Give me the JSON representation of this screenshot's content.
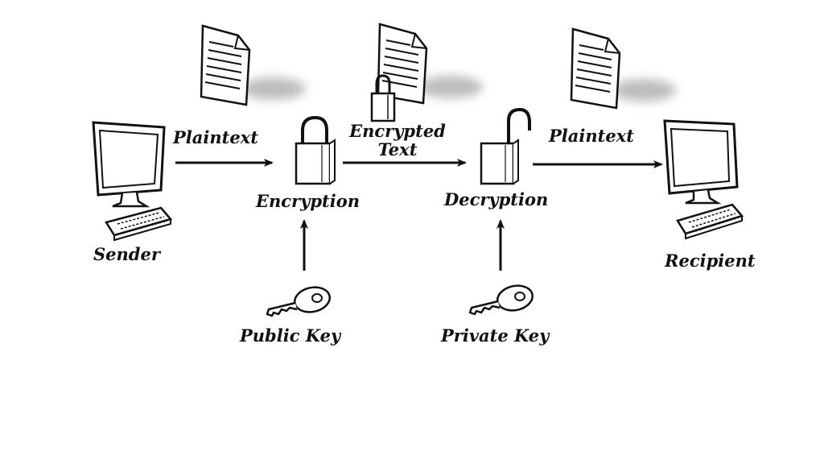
{
  "labels": {
    "sender": "Sender",
    "recipient": "Recipient",
    "plaintext_left": "Plaintext",
    "plaintext_right": "Plaintext",
    "encrypted_line1": "Encrypted",
    "encrypted_line2": "Text",
    "encryption": "Encryption",
    "decryption": "Decryption",
    "public_key": "Public Key",
    "private_key": "Private Key"
  },
  "icons": {
    "document": "document-icon",
    "computer": "computer-monitor-icon",
    "keyboard": "keyboard-icon",
    "lock_closed": "padlock-closed-icon",
    "lock_open": "padlock-open-icon",
    "key": "key-icon",
    "arrow": "arrow-right-icon"
  },
  "colors": {
    "ink": "#111111",
    "shadow": "#bdbdbd",
    "background": "#ffffff"
  }
}
